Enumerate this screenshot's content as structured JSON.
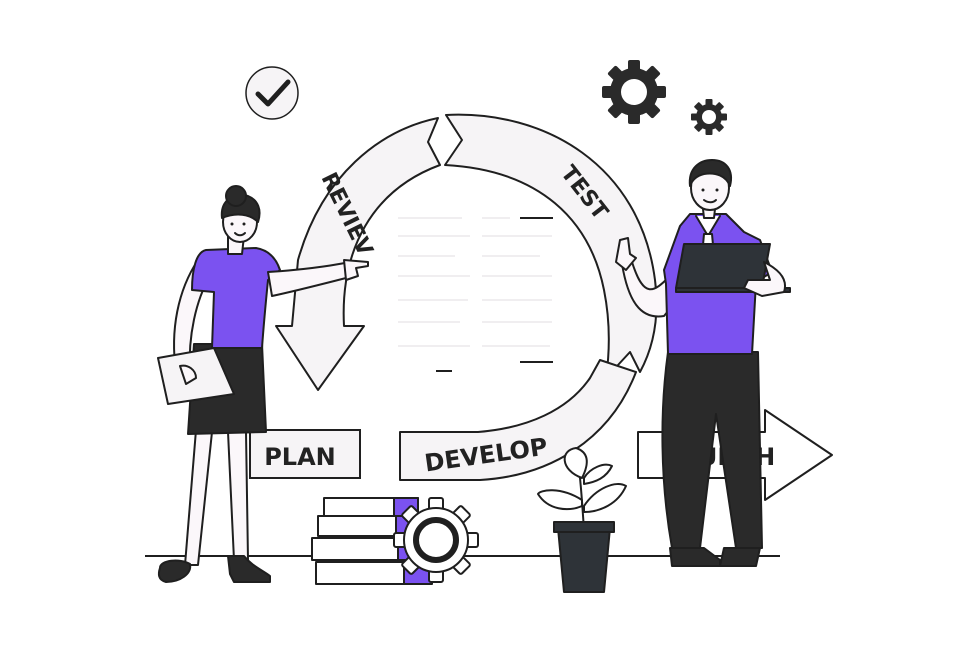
{
  "stages": {
    "plan": "PLAN",
    "develop": "DEVELOP",
    "test": "TEST",
    "review": "REVIEV",
    "launch": "LAUNCH"
  },
  "colors": {
    "accent": "#7b52f0",
    "ink": "#1f1f1f",
    "paper": "#f6f4f6",
    "dark": "#2e2e2e"
  }
}
